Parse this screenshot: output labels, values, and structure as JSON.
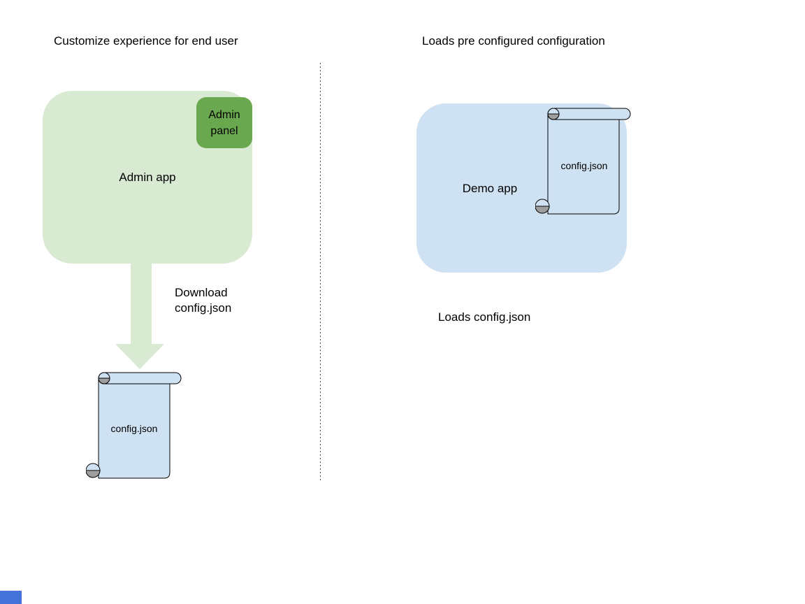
{
  "colors": {
    "light_green": "#d9ead3",
    "dark_green": "#6aa84f",
    "light_blue": "#cfe2f3",
    "curl_gray": "#9e9e9e",
    "outline": "#000000",
    "divider_gray": "#4a4a4a",
    "corner_blue": "#4573d9"
  },
  "left_section": {
    "heading": "Customize experience for end user",
    "admin_app_label": "Admin app",
    "admin_panel_label": "Admin panel",
    "arrow_label": "Download\nconfig.json",
    "config_file_label": "config.json"
  },
  "right_section": {
    "heading": "Loads pre configured configuration",
    "demo_app_label": "Demo app",
    "config_file_label": "config.json",
    "caption": "Loads config.json"
  }
}
